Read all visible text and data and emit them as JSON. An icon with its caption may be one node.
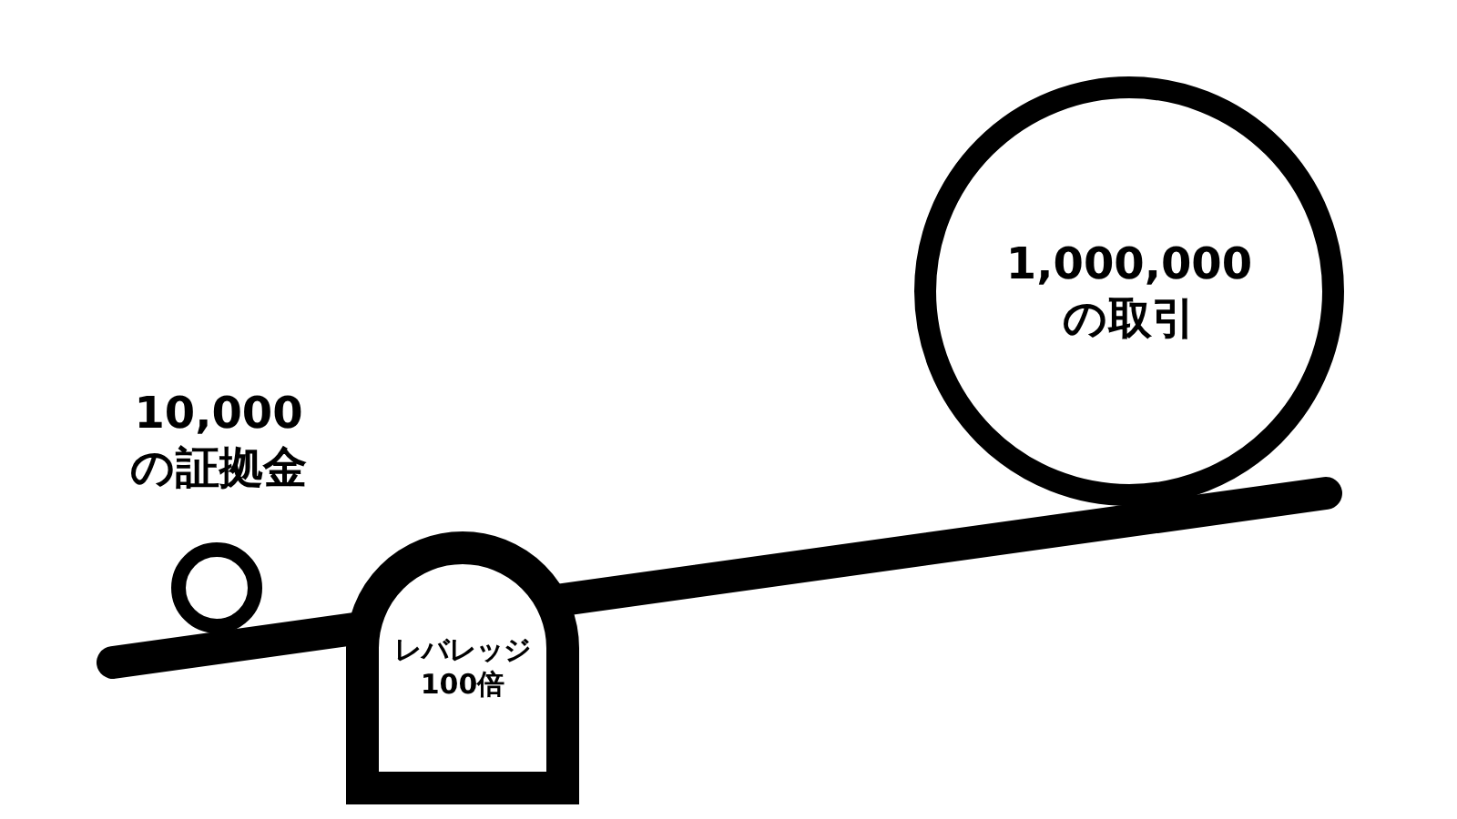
{
  "diagram": {
    "nodes": [
      {
        "text": [
          "10,000の証拠金"
        ]
      },
      {
        "text": [
          "レバレッジ100倍"
        ]
      },
      {
        "text": [
          "1,000,000の取引"
        ]
      }
    ]
  }
}
